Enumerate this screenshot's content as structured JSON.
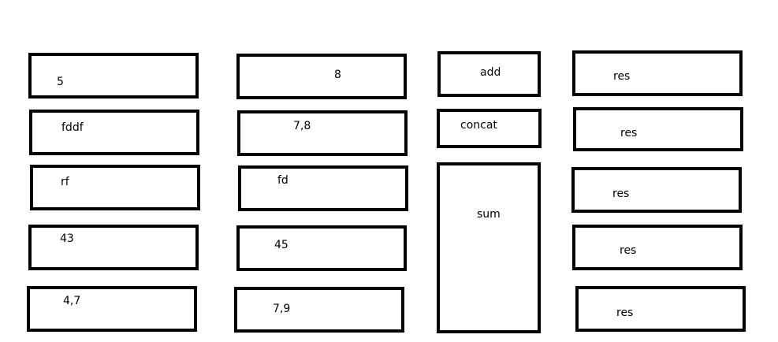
{
  "column_a": [
    "5",
    "fddf",
    "rf",
    "43",
    "4,7"
  ],
  "column_b": [
    "8",
    "7,8",
    "fd",
    "45",
    "7,9"
  ],
  "operations": [
    "add",
    "concat",
    "sum"
  ],
  "results": [
    "res",
    "res",
    "res",
    "res",
    "res"
  ],
  "colors": {
    "border": "#000000",
    "background": "#ffffff",
    "text": "#000000"
  }
}
